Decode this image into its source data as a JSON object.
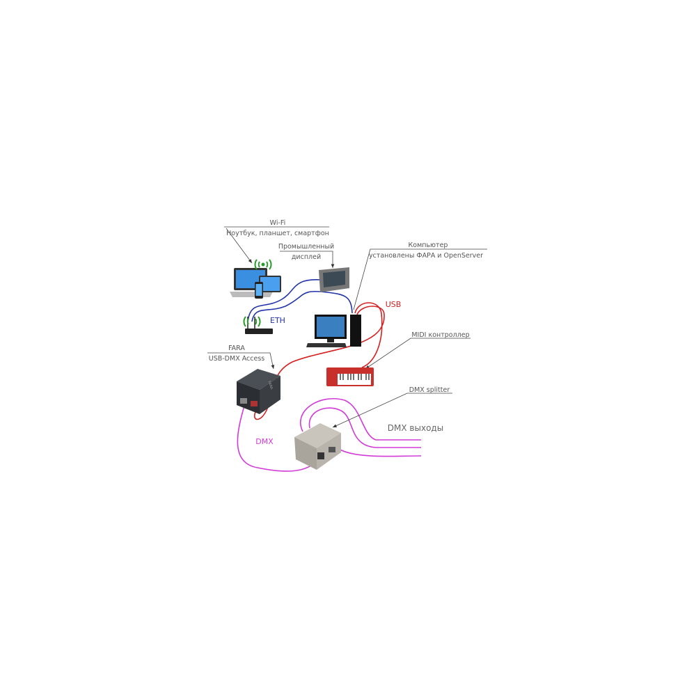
{
  "labels": {
    "wifi": "Wi-Fi",
    "wifi_devices": "Ноутбук, планшет, смартфон",
    "display_line1": "Промышленный",
    "display_line2": "дисплей",
    "computer_line1": "Компьютер",
    "computer_line2": "установлены ФАРА и OpenServer",
    "usb": "USB",
    "eth": "ETH",
    "midi": "MIDI контроллер",
    "fara_line1": "FARA",
    "fara_line2": "USB-DMX Access",
    "splitter": "DMX splitter",
    "dmx_outputs": "DMX выходы",
    "dmx": "DMX",
    "fara_brand": "FARA"
  },
  "colors": {
    "eth": "#2233aa",
    "usb": "#d42020",
    "dmx": "#d23ad8",
    "leader": "#444444"
  }
}
